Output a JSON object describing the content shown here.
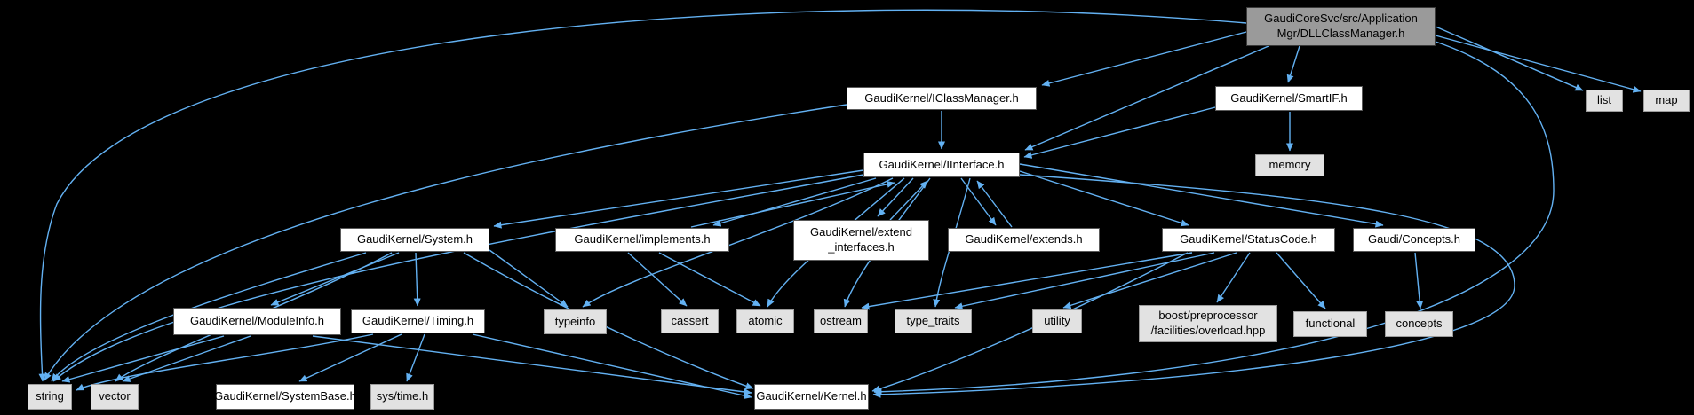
{
  "colors": {
    "background": "#000000",
    "edge": "#63b1f2",
    "node_project_bg": "#ffffff",
    "node_system_bg": "#e2e2e2",
    "node_root_bg": "#9a9a9a",
    "text": "#000000"
  },
  "nodes": {
    "root": {
      "label": "GaudiCoreSvc/src/Application\nMgr/DLLClassManager.h",
      "kind": "root"
    },
    "iclassmanager": {
      "label": "GaudiKernel/IClassManager.h",
      "kind": "project"
    },
    "smartif": {
      "label": "GaudiKernel/SmartIF.h",
      "kind": "project"
    },
    "list": {
      "label": "list",
      "kind": "system"
    },
    "map": {
      "label": "map",
      "kind": "system"
    },
    "iinterface": {
      "label": "GaudiKernel/IInterface.h",
      "kind": "project"
    },
    "memory": {
      "label": "memory",
      "kind": "system"
    },
    "system": {
      "label": "GaudiKernel/System.h",
      "kind": "project"
    },
    "implements": {
      "label": "GaudiKernel/implements.h",
      "kind": "project"
    },
    "extend_interfaces": {
      "label": "GaudiKernel/extend\n_interfaces.h",
      "kind": "project"
    },
    "extends": {
      "label": "GaudiKernel/extends.h",
      "kind": "project"
    },
    "statuscode": {
      "label": "GaudiKernel/StatusCode.h",
      "kind": "project"
    },
    "concepts_h": {
      "label": "Gaudi/Concepts.h",
      "kind": "project"
    },
    "moduleinfo": {
      "label": "GaudiKernel/ModuleInfo.h",
      "kind": "project"
    },
    "timing": {
      "label": "GaudiKernel/Timing.h",
      "kind": "project"
    },
    "typeinfo": {
      "label": "typeinfo",
      "kind": "system"
    },
    "cassert": {
      "label": "cassert",
      "kind": "system"
    },
    "atomic": {
      "label": "atomic",
      "kind": "system"
    },
    "ostream": {
      "label": "ostream",
      "kind": "system"
    },
    "type_traits": {
      "label": "type_traits",
      "kind": "system"
    },
    "utility": {
      "label": "utility",
      "kind": "system"
    },
    "boost_overload": {
      "label": "boost/preprocessor\n/facilities/overload.hpp",
      "kind": "system"
    },
    "functional": {
      "label": "functional",
      "kind": "system"
    },
    "concepts_std": {
      "label": "concepts",
      "kind": "system"
    },
    "string": {
      "label": "string",
      "kind": "system"
    },
    "vector": {
      "label": "vector",
      "kind": "system"
    },
    "systembase": {
      "label": "GaudiKernel/SystemBase.h",
      "kind": "project"
    },
    "sys_time": {
      "label": "sys/time.h",
      "kind": "system"
    },
    "kernel": {
      "label": "GaudiKernel/Kernel.h",
      "kind": "project"
    }
  },
  "edges": [
    {
      "from": "root",
      "to": "iclassmanager"
    },
    {
      "from": "root",
      "to": "smartif"
    },
    {
      "from": "root",
      "to": "iinterface"
    },
    {
      "from": "root",
      "to": "list"
    },
    {
      "from": "root",
      "to": "map"
    },
    {
      "from": "root",
      "to": "string"
    },
    {
      "from": "root",
      "to": "kernel"
    },
    {
      "from": "iclassmanager",
      "to": "iinterface"
    },
    {
      "from": "iclassmanager",
      "to": "string"
    },
    {
      "from": "smartif",
      "to": "iinterface"
    },
    {
      "from": "smartif",
      "to": "memory"
    },
    {
      "from": "iinterface",
      "to": "system"
    },
    {
      "from": "iinterface",
      "to": "implements"
    },
    {
      "from": "implements",
      "to": "iinterface"
    },
    {
      "from": "iinterface",
      "to": "extend_interfaces"
    },
    {
      "from": "extend_interfaces",
      "to": "iinterface"
    },
    {
      "from": "iinterface",
      "to": "extends"
    },
    {
      "from": "extends",
      "to": "iinterface"
    },
    {
      "from": "iinterface",
      "to": "statuscode"
    },
    {
      "from": "iinterface",
      "to": "concepts_h"
    },
    {
      "from": "iinterface",
      "to": "typeinfo"
    },
    {
      "from": "iinterface",
      "to": "ostream"
    },
    {
      "from": "iinterface",
      "to": "atomic"
    },
    {
      "from": "iinterface",
      "to": "type_traits"
    },
    {
      "from": "iinterface",
      "to": "string"
    },
    {
      "from": "iinterface",
      "to": "kernel"
    },
    {
      "from": "implements",
      "to": "cassert"
    },
    {
      "from": "implements",
      "to": "atomic"
    },
    {
      "from": "system",
      "to": "moduleinfo"
    },
    {
      "from": "system",
      "to": "timing"
    },
    {
      "from": "system",
      "to": "typeinfo"
    },
    {
      "from": "system",
      "to": "string"
    },
    {
      "from": "system",
      "to": "vector"
    },
    {
      "from": "system",
      "to": "kernel"
    },
    {
      "from": "moduleinfo",
      "to": "string"
    },
    {
      "from": "moduleinfo",
      "to": "vector"
    },
    {
      "from": "moduleinfo",
      "to": "kernel"
    },
    {
      "from": "timing",
      "to": "systembase"
    },
    {
      "from": "timing",
      "to": "sys_time"
    },
    {
      "from": "timing",
      "to": "kernel"
    },
    {
      "from": "timing",
      "to": "string"
    },
    {
      "from": "statuscode",
      "to": "ostream"
    },
    {
      "from": "statuscode",
      "to": "type_traits"
    },
    {
      "from": "statuscode",
      "to": "utility"
    },
    {
      "from": "statuscode",
      "to": "boost_overload"
    },
    {
      "from": "statuscode",
      "to": "functional"
    },
    {
      "from": "statuscode",
      "to": "kernel"
    },
    {
      "from": "concepts_h",
      "to": "concepts_std"
    }
  ]
}
